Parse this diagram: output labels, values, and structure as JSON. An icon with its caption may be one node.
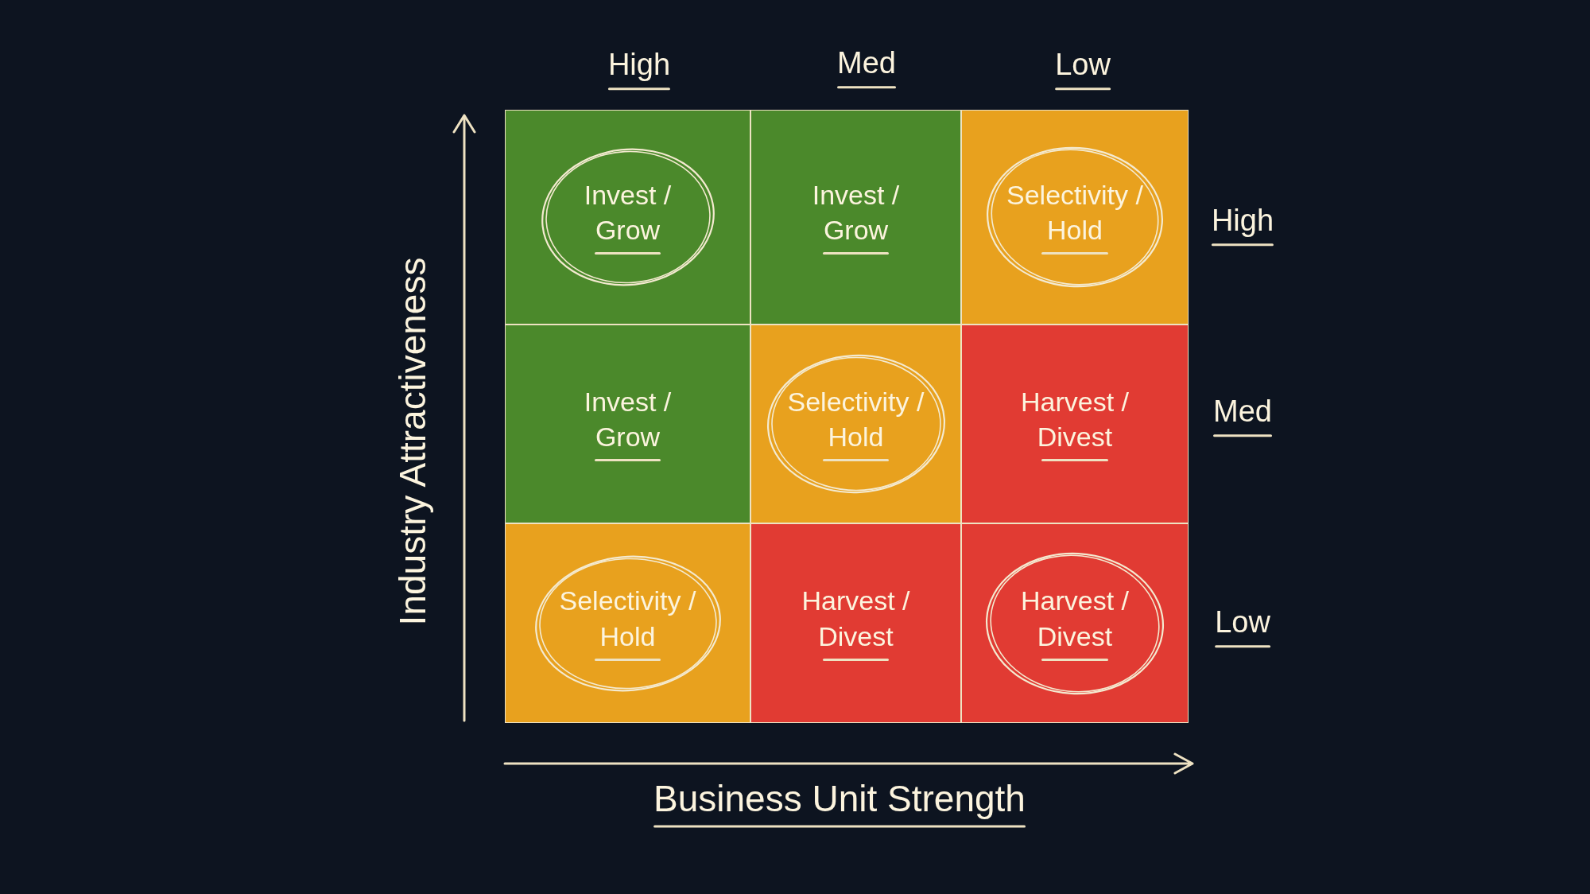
{
  "diagram": {
    "nodes": [
      {
        "text": [],
        "shape": "box"
      },
      {
        "text": [
          "Invest / Grow"
        ],
        "in": 0
      },
      {
        "text": [
          "Invest / Grow"
        ]
      },
      {
        "text": [],
        "shape": "box"
      },
      {
        "text": [
          "Selectivity / Hold"
        ],
        "in": 3
      },
      {
        "text": [
          "Invest / Grow"
        ]
      },
      {
        "text": [],
        "shape": "box"
      },
      {
        "text": [
          "Selectivity / Hold"
        ],
        "in": 6
      },
      {
        "text": [
          "Harvest / Divest"
        ]
      },
      {
        "text": [],
        "shape": "box"
      },
      {
        "text": [
          "Selectivity / Hold"
        ],
        "in": 9
      },
      {
        "text": [
          "Harvest / Divest"
        ]
      },
      {
        "text": [],
        "shape": "box"
      },
      {
        "text": [
          "Harvest / Divest"
        ],
        "in": 12
      }
    ],
    "labels": [
      "High",
      "Med",
      "Low",
      "Industry Attractiveness",
      "High",
      "Med",
      "Low",
      "Business Unit Strength"
    ]
  }
}
